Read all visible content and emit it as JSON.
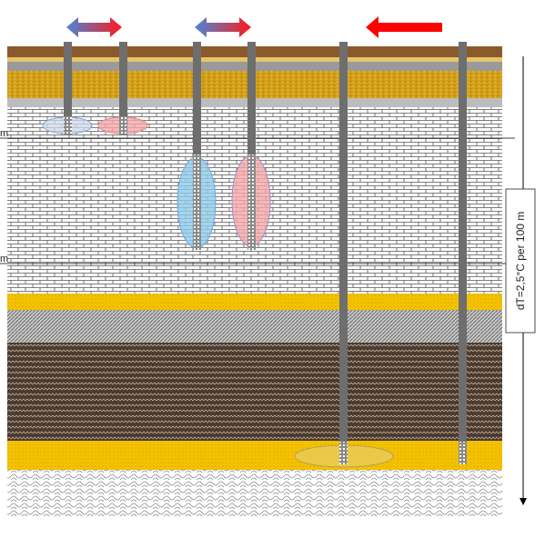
{
  "diagram": {
    "gradient_label": "dT=2,5°C per 100 m",
    "depth_marker_upper": "m",
    "depth_marker_lower": "m",
    "arrows": [
      {
        "name": "bidirectional-flow-arrow-shallow",
        "kind": "bidirectional",
        "colors": [
          "#4a86d9",
          "#ff1a1a"
        ]
      },
      {
        "name": "bidirectional-flow-arrow-mid",
        "kind": "bidirectional",
        "colors": [
          "#4a86d9",
          "#ff1a1a"
        ]
      },
      {
        "name": "extraction-arrow-deep",
        "kind": "left",
        "colors": [
          "#ff0000"
        ]
      }
    ],
    "layers": [
      {
        "name": "topsoil-layer",
        "color": "#8b5a2b"
      },
      {
        "name": "sand-gravel-layer",
        "color": "#d4a017"
      },
      {
        "name": "limestone-layer",
        "color": "#ffffff"
      },
      {
        "name": "aquifer-yellow-layer",
        "color": "#f5c400"
      },
      {
        "name": "hatched-layer",
        "color": "#a0a0a0"
      },
      {
        "name": "dark-rock-layer",
        "color": "#4a3a30"
      },
      {
        "name": "deep-aquifer-layer",
        "color": "#f5c400"
      },
      {
        "name": "basement-layer",
        "color": "#dcdcdc"
      }
    ],
    "colors": {
      "warm_zone": "#f4a6a6",
      "cold_zone": "#8fcbea",
      "well_pipe": "#6e6e6e"
    }
  }
}
